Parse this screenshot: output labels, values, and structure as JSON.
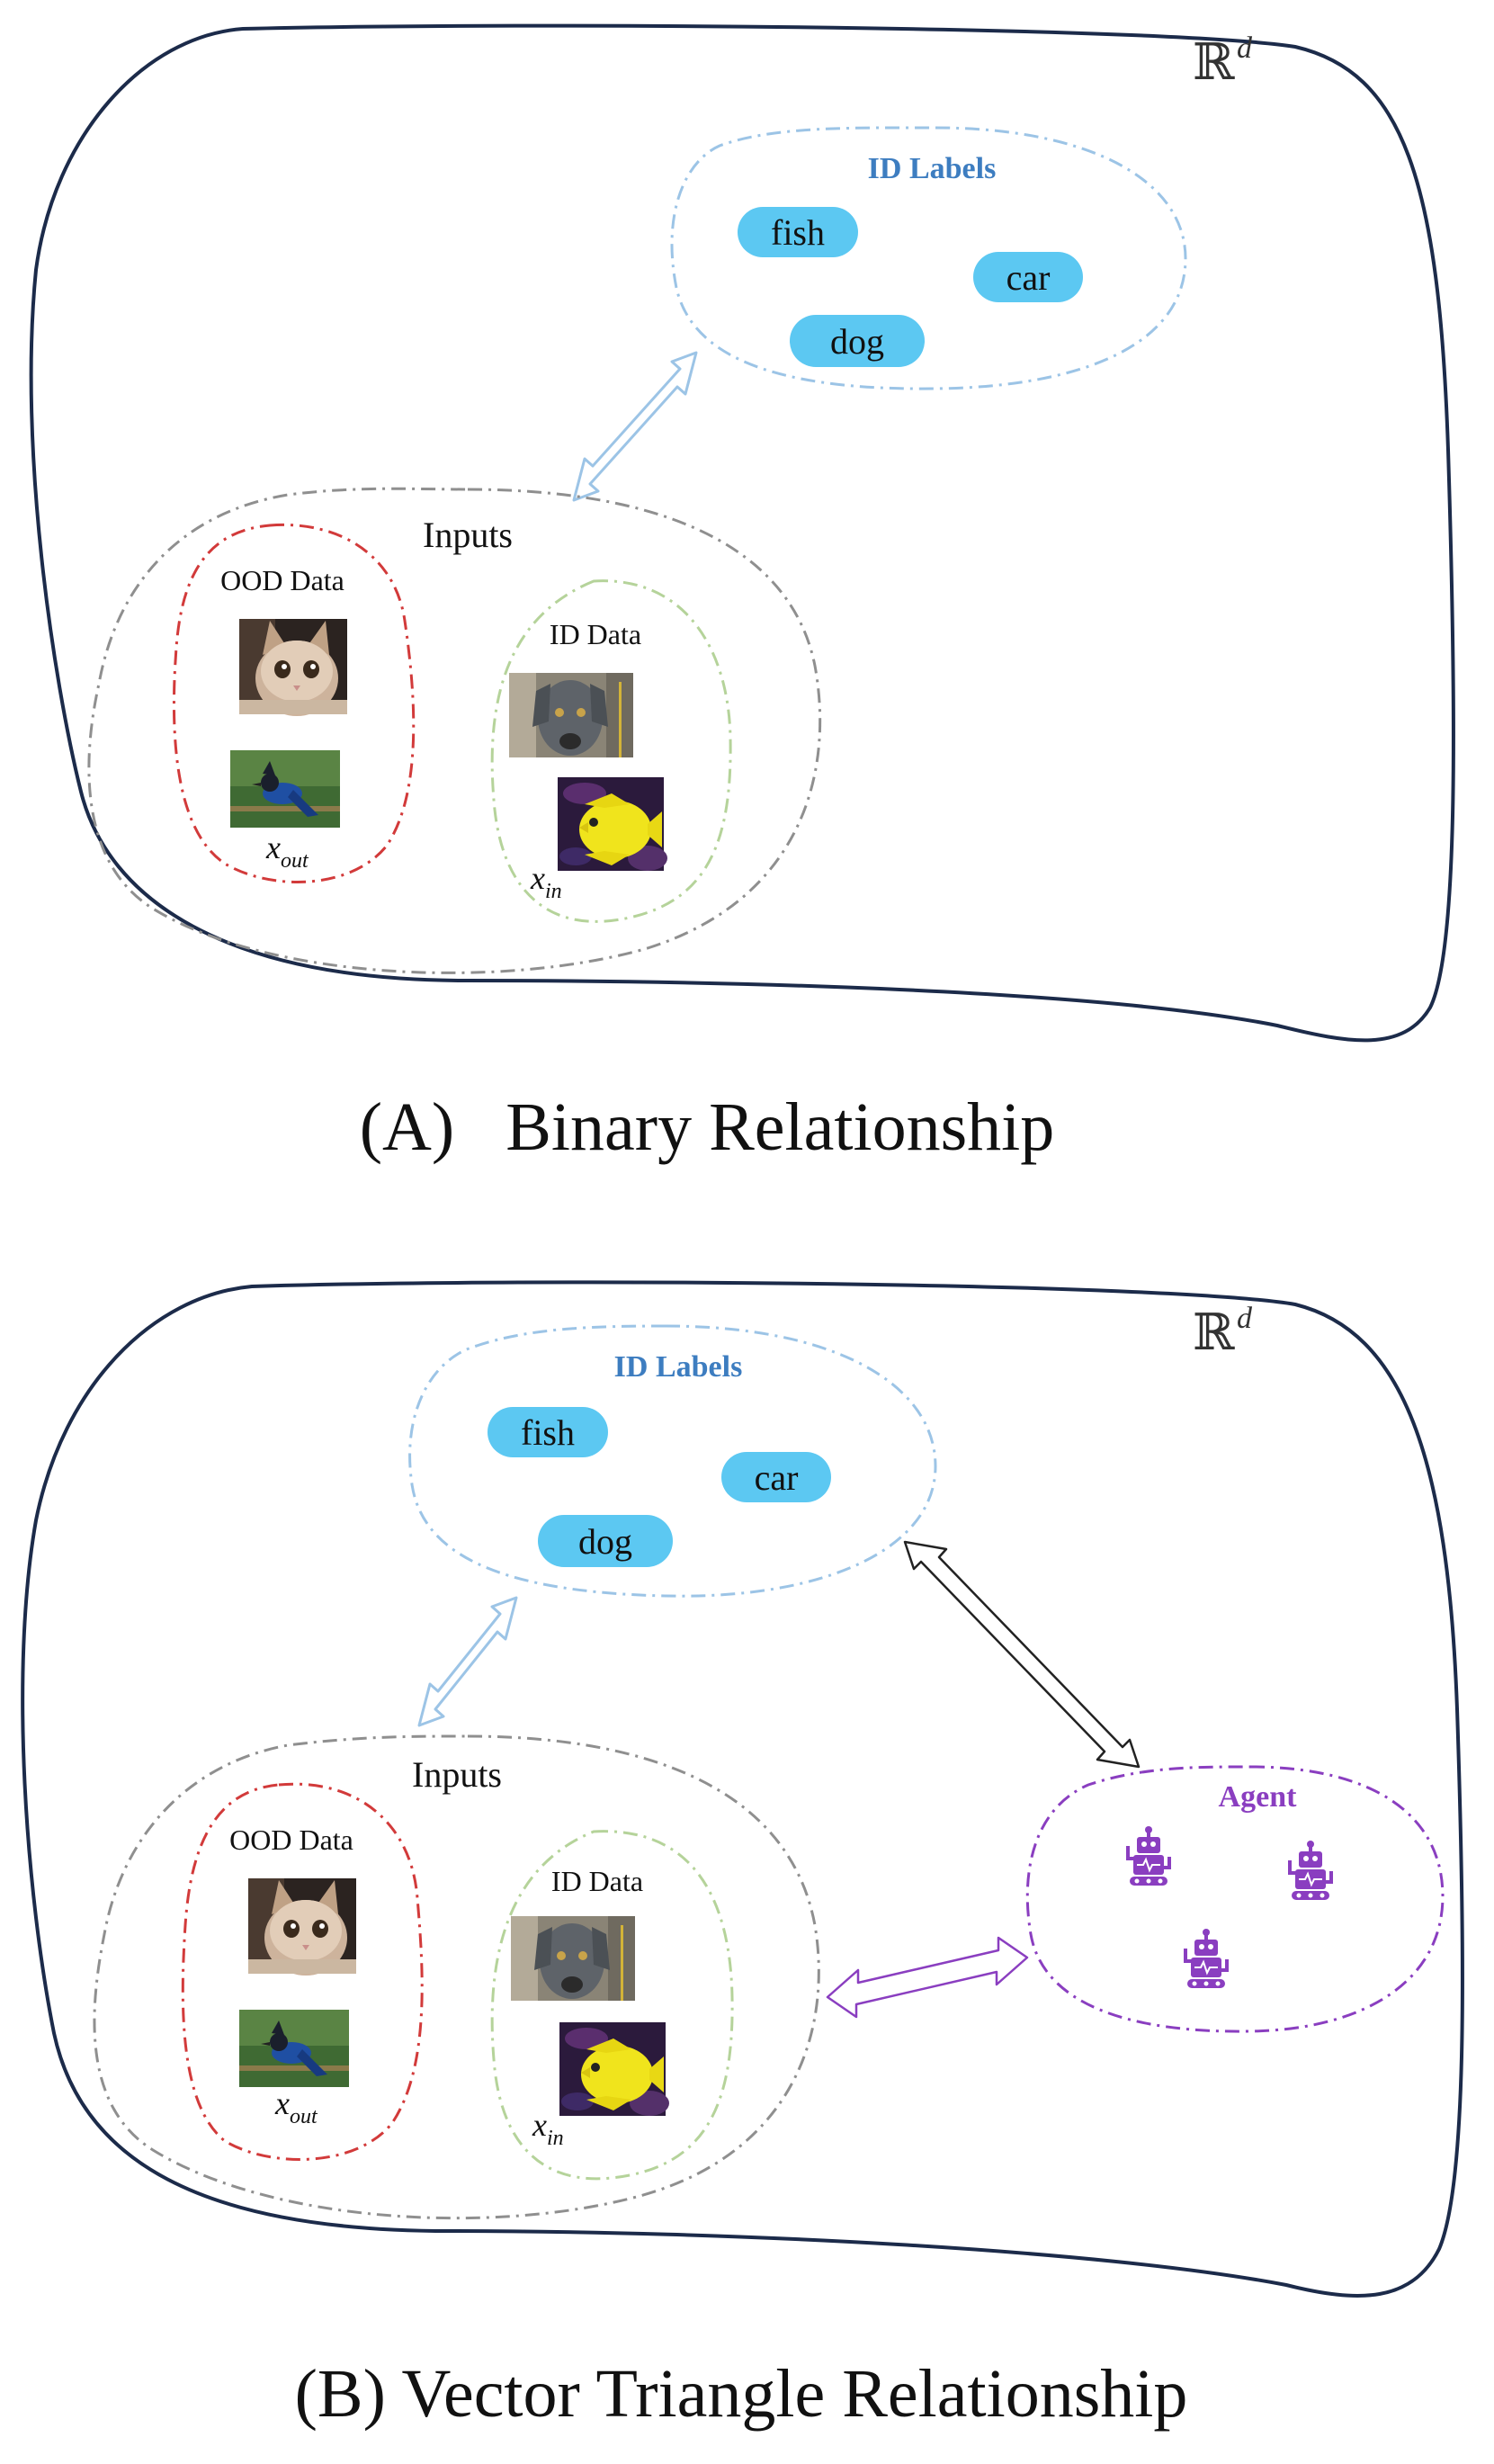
{
  "colors": {
    "outline": "#1c2b4a",
    "label_blue": "#3d7dc0",
    "pill_fill": "#5cc8f2",
    "id_labels_border": "#9cc4e6",
    "inputs_border": "#8f8f8f",
    "ood_border": "#d23a3a",
    "id_data_border": "#b5d39a",
    "agent_purple": "#8a3ec0",
    "arrow_blue": "#9cc4e6",
    "arrow_black": "#222222"
  },
  "panel_a": {
    "space_symbol": "ℝ",
    "space_exponent": "d",
    "id_labels_title": "ID Labels",
    "labels": [
      "fish",
      "car",
      "dog"
    ],
    "inputs_title": "Inputs",
    "ood_title": "OOD Data",
    "id_data_title": "ID Data",
    "x_out_base": "x",
    "x_out_sub": "out",
    "x_in_base": "x",
    "x_in_sub": "in",
    "images": [
      "cat-photo",
      "bird-photo",
      "dog-photo",
      "fish-photo"
    ],
    "caption": "(A)   Binary Relationship"
  },
  "panel_b": {
    "space_symbol": "ℝ",
    "space_exponent": "d",
    "id_labels_title": "ID Labels",
    "labels": [
      "fish",
      "car",
      "dog"
    ],
    "inputs_title": "Inputs",
    "ood_title": "OOD Data",
    "id_data_title": "ID Data",
    "x_out_base": "x",
    "x_out_sub": "out",
    "x_in_base": "x",
    "x_in_sub": "in",
    "agent_title": "Agent",
    "agent_icons": [
      "robot-icon",
      "robot-icon",
      "robot-icon"
    ],
    "images": [
      "cat-photo",
      "bird-photo",
      "dog-photo",
      "fish-photo"
    ],
    "caption": "(B) Vector Triangle Relationship"
  }
}
